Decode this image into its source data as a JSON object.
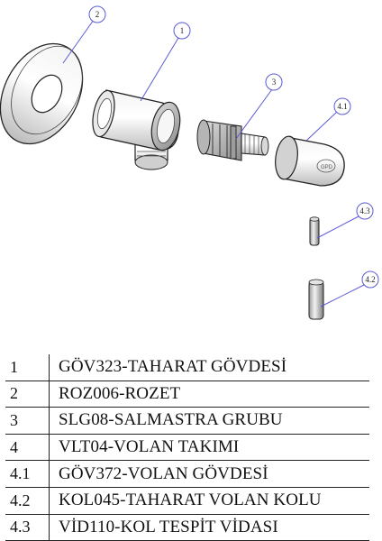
{
  "callouts": {
    "c1": "1",
    "c2": "2",
    "c3": "3",
    "c41": "4.1",
    "c42": "4.2",
    "c43": "4.3"
  },
  "parts": [
    {
      "no": "1",
      "desc": "GÖV323-TAHARAT GÖVDESİ"
    },
    {
      "no": "2",
      "desc": "ROZ006-ROZET"
    },
    {
      "no": "3",
      "desc": "SLG08-SALMASTRA GRUBU"
    },
    {
      "no": "4",
      "desc": "VLT04-VOLAN TAKIMI"
    },
    {
      "no": "4.1",
      "desc": "GÖV372-VOLAN GÖVDESİ"
    },
    {
      "no": "4.2",
      "desc": "KOL045-TAHARAT VOLAN KOLU"
    },
    {
      "no": "4.3",
      "desc": "VİD110-KOL TESPİT VİDASI"
    }
  ],
  "colors": {
    "outline": "#222222",
    "leader": "#5a5ad6",
    "callout_circle": "#5a5ad6"
  }
}
